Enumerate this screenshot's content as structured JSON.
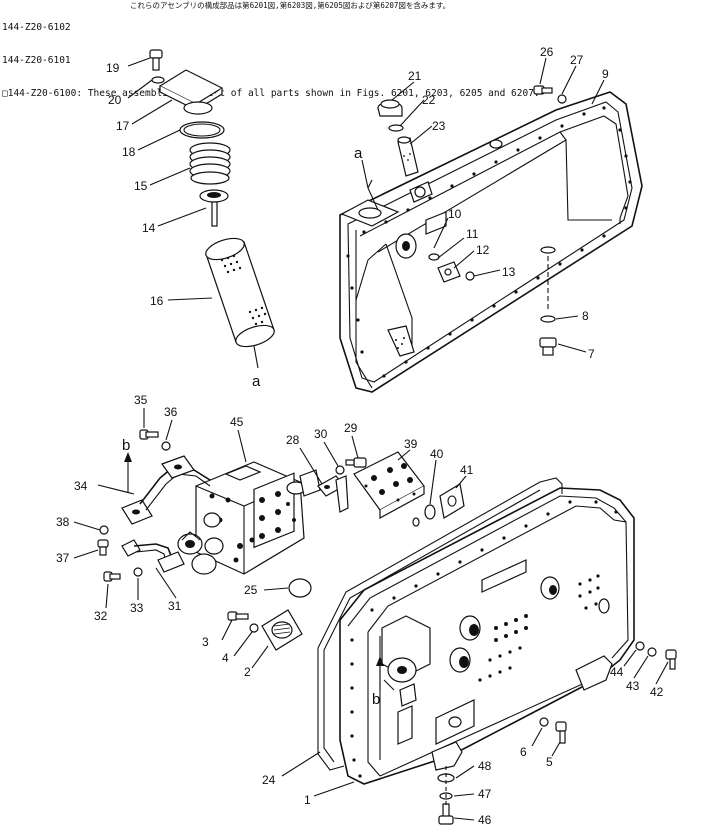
{
  "header": {
    "line1": "144-Z20-6102",
    "line2_code": "144-Z20-6101",
    "line2_text": "これらのアセンブリの構成部品は第6201図,第6203図,第6205図および第6207図を含みます。",
    "line3_code": "144-Z20-6100",
    "line3_text": ": These assemblies consist of all parts shown in Figs. 6201, 6203, 6205 and 6207."
  },
  "callouts": {
    "c1": "1",
    "c2": "2",
    "c3": "3",
    "c4": "4",
    "c5": "5",
    "c6": "6",
    "c7": "7",
    "c8": "8",
    "c9": "9",
    "c10": "10",
    "c11": "11",
    "c12": "12",
    "c13": "13",
    "c14": "14",
    "c15": "15",
    "c16": "16",
    "c17": "17",
    "c18": "18",
    "c19": "19",
    "c20": "20",
    "c21": "21",
    "c22": "22",
    "c23": "23",
    "c24": "24",
    "c25": "25",
    "c26": "26",
    "c27": "27",
    "c28": "28",
    "c29": "29",
    "c30": "30",
    "c31": "31",
    "c32": "32",
    "c33": "33",
    "c34": "34",
    "c35": "35",
    "c36": "36",
    "c37": "37",
    "c38": "38",
    "c39": "39",
    "c40": "40",
    "c41": "41",
    "c42": "42",
    "c43": "43",
    "c44": "44",
    "c45": "45",
    "c46": "46",
    "c47": "47",
    "c48": "48"
  },
  "refs": {
    "a_top": "a",
    "a_bottom": "a",
    "b_left": "b",
    "b_right": "b"
  }
}
